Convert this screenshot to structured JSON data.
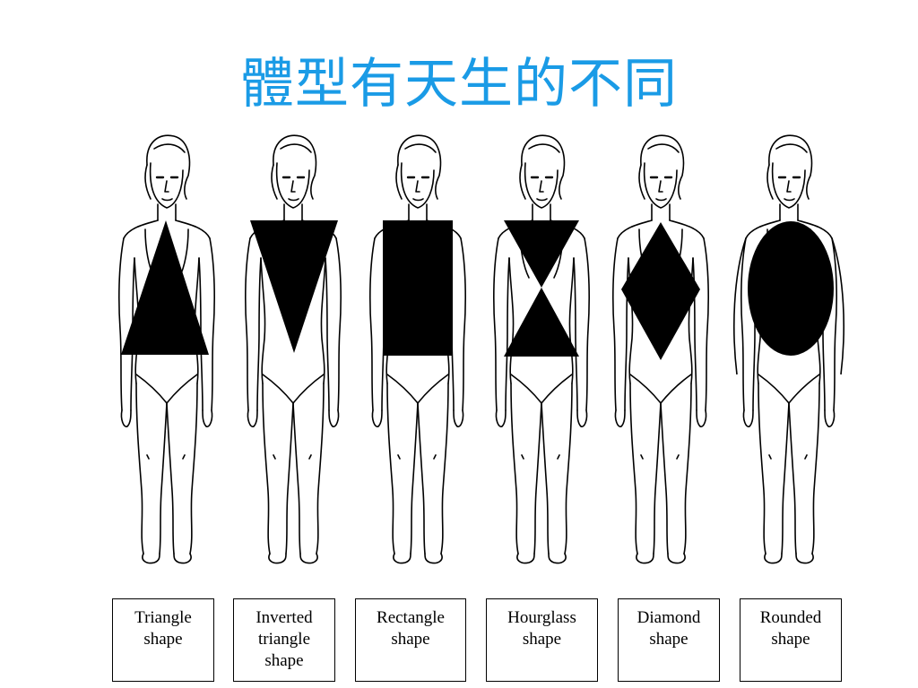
{
  "slide": {
    "title": "體型有天生的不同",
    "title_color": "#1a9be6"
  },
  "figures": [
    {
      "label": "Triangle\nshape",
      "shape": "triangle"
    },
    {
      "label": "Inverted\ntriangle\nshape",
      "shape": "inverted-triangle"
    },
    {
      "label": "Rectangle\nshape",
      "shape": "rectangle"
    },
    {
      "label": "Hourglass\nshape",
      "shape": "hourglass"
    },
    {
      "label": "Diamond\nshape",
      "shape": "diamond"
    },
    {
      "label": "Rounded\nshape",
      "shape": "rounded"
    }
  ]
}
